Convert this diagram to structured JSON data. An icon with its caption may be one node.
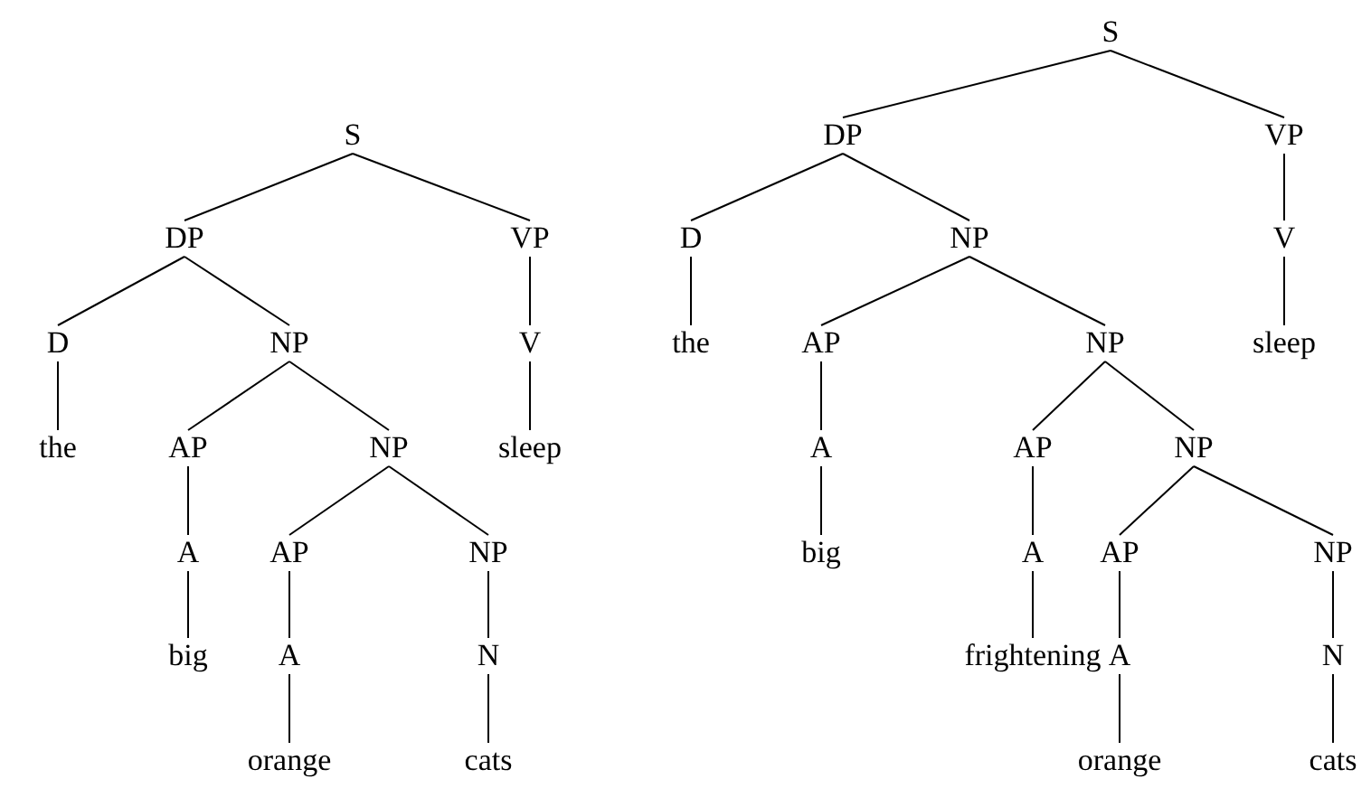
{
  "diagram": {
    "nodes": [
      {
        "text": [
          "S"
        ]
      },
      {
        "text": [
          "DP"
        ]
      },
      {
        "text": [
          "VP"
        ]
      },
      {
        "text": [
          "D"
        ]
      },
      {
        "text": [
          "NP"
        ]
      },
      {
        "text": [
          "V"
        ]
      },
      {
        "text": [
          "the"
        ]
      },
      {
        "text": [
          "AP"
        ]
      },
      {
        "text": [
          "NP"
        ]
      },
      {
        "text": [
          "sleep"
        ]
      },
      {
        "text": [
          "A"
        ]
      },
      {
        "text": [
          "AP"
        ]
      },
      {
        "text": [
          "NP"
        ]
      },
      {
        "text": [
          "big"
        ]
      },
      {
        "text": [
          "A"
        ]
      },
      {
        "text": [
          "N"
        ]
      },
      {
        "text": [
          "orange"
        ]
      },
      {
        "text": [
          "cats"
        ]
      },
      {
        "text": [
          "S"
        ]
      },
      {
        "text": [
          "DP"
        ]
      },
      {
        "text": [
          "VP"
        ]
      },
      {
        "text": [
          "D"
        ]
      },
      {
        "text": [
          "NP"
        ]
      },
      {
        "text": [
          "V"
        ]
      },
      {
        "text": [
          "the"
        ]
      },
      {
        "text": [
          "AP"
        ]
      },
      {
        "text": [
          "NP"
        ]
      },
      {
        "text": [
          "sleep"
        ]
      },
      {
        "text": [
          "A"
        ]
      },
      {
        "text": [
          "AP"
        ]
      },
      {
        "text": [
          "NP"
        ]
      },
      {
        "text": [
          "big"
        ]
      },
      {
        "text": [
          "A"
        ]
      },
      {
        "text": [
          "AP"
        ]
      },
      {
        "text": [
          "NP"
        ]
      },
      {
        "text": [
          "frightening"
        ]
      },
      {
        "text": [
          "A"
        ]
      },
      {
        "text": [
          "N"
        ]
      },
      {
        "text": [
          "orange"
        ]
      },
      {
        "text": [
          "cats"
        ]
      }
    ],
    "edges": [
      {
        "from": 0,
        "to": 1,
        "arrow": "none"
      },
      {
        "from": 0,
        "to": 2,
        "arrow": "none"
      },
      {
        "from": 1,
        "to": 3,
        "arrow": "none"
      },
      {
        "from": 1,
        "to": 4,
        "arrow": "none"
      },
      {
        "from": 2,
        "to": 5,
        "arrow": "none"
      },
      {
        "from": 3,
        "to": 6,
        "arrow": "none"
      },
      {
        "from": 4,
        "to": 7,
        "arrow": "none"
      },
      {
        "from": 4,
        "to": 8,
        "arrow": "none"
      },
      {
        "from": 5,
        "to": 9,
        "arrow": "none"
      },
      {
        "from": 7,
        "to": 10,
        "arrow": "none"
      },
      {
        "from": 8,
        "to": 11,
        "arrow": "none"
      },
      {
        "from": 8,
        "to": 12,
        "arrow": "none"
      },
      {
        "from": 10,
        "to": 13,
        "arrow": "none"
      },
      {
        "from": 11,
        "to": 14,
        "arrow": "none"
      },
      {
        "from": 12,
        "to": 15,
        "arrow": "none"
      },
      {
        "from": 14,
        "to": 16,
        "arrow": "none"
      },
      {
        "from": 15,
        "to": 17,
        "arrow": "none"
      },
      {
        "from": 18,
        "to": 19,
        "arrow": "none"
      },
      {
        "from": 18,
        "to": 20,
        "arrow": "none"
      },
      {
        "from": 19,
        "to": 21,
        "arrow": "none"
      },
      {
        "from": 19,
        "to": 22,
        "arrow": "none"
      },
      {
        "from": 20,
        "to": 23,
        "arrow": "none"
      },
      {
        "from": 21,
        "to": 24,
        "arrow": "none"
      },
      {
        "from": 22,
        "to": 25,
        "arrow": "none"
      },
      {
        "from": 22,
        "to": 26,
        "arrow": "none"
      },
      {
        "from": 23,
        "to": 27,
        "arrow": "none"
      },
      {
        "from": 25,
        "to": 28,
        "arrow": "none"
      },
      {
        "from": 26,
        "to": 29,
        "arrow": "none"
      },
      {
        "from": 26,
        "to": 30,
        "arrow": "none"
      },
      {
        "from": 28,
        "to": 31,
        "arrow": "none"
      },
      {
        "from": 29,
        "to": 32,
        "arrow": "none"
      },
      {
        "from": 30,
        "to": 33,
        "arrow": "none"
      },
      {
        "from": 30,
        "to": 34,
        "arrow": "none"
      },
      {
        "from": 32,
        "to": 35,
        "arrow": "none"
      },
      {
        "from": 33,
        "to": 36,
        "arrow": "none"
      },
      {
        "from": 34,
        "to": 37,
        "arrow": "none"
      },
      {
        "from": 36,
        "to": 38,
        "arrow": "none"
      },
      {
        "from": 37,
        "to": 39,
        "arrow": "none"
      }
    ]
  }
}
